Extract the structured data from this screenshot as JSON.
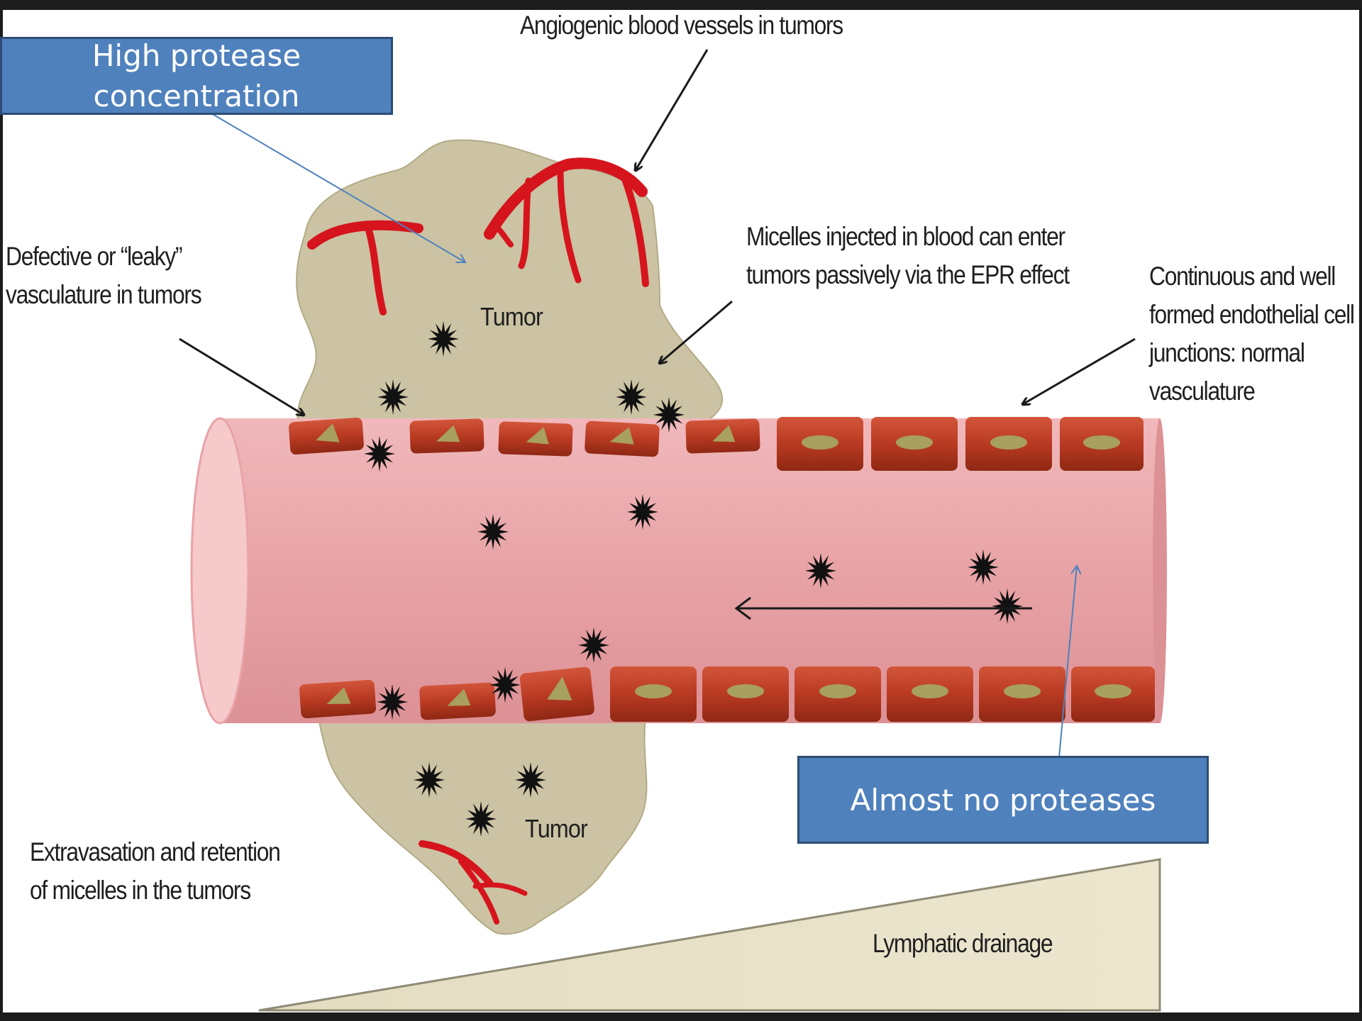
{
  "labels": {
    "angiogenic": "Angiogenic blood vessels in tumors",
    "leaky_1": "Defective or “leaky”",
    "leaky_2": "vasculature in tumors",
    "micelles_1": "Micelles injected in  blood can enter",
    "micelles_2": "tumors passively via the EPR effect",
    "continuous_1": "Continuous  and well",
    "continuous_2": "formed endothelial cell",
    "continuous_3": "junctions: normal",
    "continuous_4": "vasculature",
    "extravasation_1": "Extravasation and retention",
    "extravasation_2": "of micelles in the tumors",
    "tumor_top": "Tumor",
    "tumor_bottom": "Tumor",
    "lymphatic": "Lymphatic drainage"
  },
  "callouts": {
    "high_protease": "High protease concentration",
    "no_protease": "Almost no proteases"
  },
  "colors": {
    "tumor": "#cbc3a3",
    "vessel": "#e8a3a6",
    "cell": "#b93a22",
    "nucleus": "#a7a05e",
    "blood_vessel": "#d6141d",
    "callout": "#4f81bd"
  }
}
